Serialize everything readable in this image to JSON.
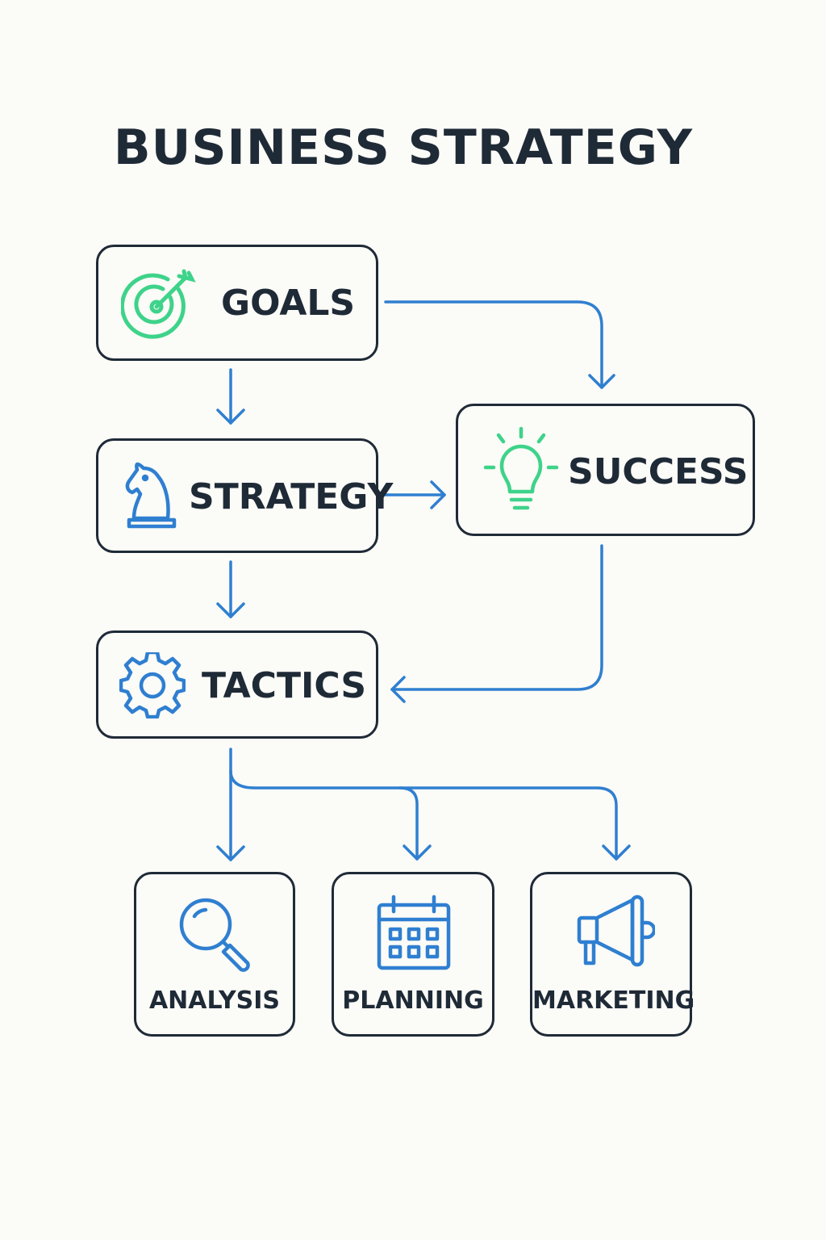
{
  "title": "BUSINESS STRATEGY",
  "colors": {
    "accent": "#2f7fd1",
    "green": "#3ed38a",
    "outline": "#1f2a37",
    "background": "#fbfbf7"
  },
  "nodes": {
    "goals": {
      "label": "GOALS",
      "icon": "target-icon"
    },
    "strategy": {
      "label": "STRATEGY",
      "icon": "chess-knight-icon"
    },
    "success": {
      "label": "SUCCESS",
      "icon": "lightbulb-icon"
    },
    "tactics": {
      "label": "TACTICS",
      "icon": "gear-icon"
    },
    "analysis": {
      "label": "ANALYSIS",
      "icon": "magnifier-icon"
    },
    "planning": {
      "label": "PLANNING",
      "icon": "calendar-icon"
    },
    "marketing": {
      "label": "MARKETING",
      "icon": "megaphone-icon"
    }
  },
  "edges": [
    {
      "from": "GOALS",
      "to": "STRATEGY"
    },
    {
      "from": "GOALS",
      "to": "SUCCESS"
    },
    {
      "from": "STRATEGY",
      "to": "SUCCESS"
    },
    {
      "from": "STRATEGY",
      "to": "TACTICS"
    },
    {
      "from": "SUCCESS",
      "to": "TACTICS"
    },
    {
      "from": "TACTICS",
      "to": "ANALYSIS"
    },
    {
      "from": "TACTICS",
      "to": "PLANNING"
    },
    {
      "from": "TACTICS",
      "to": "MARKETING"
    }
  ]
}
